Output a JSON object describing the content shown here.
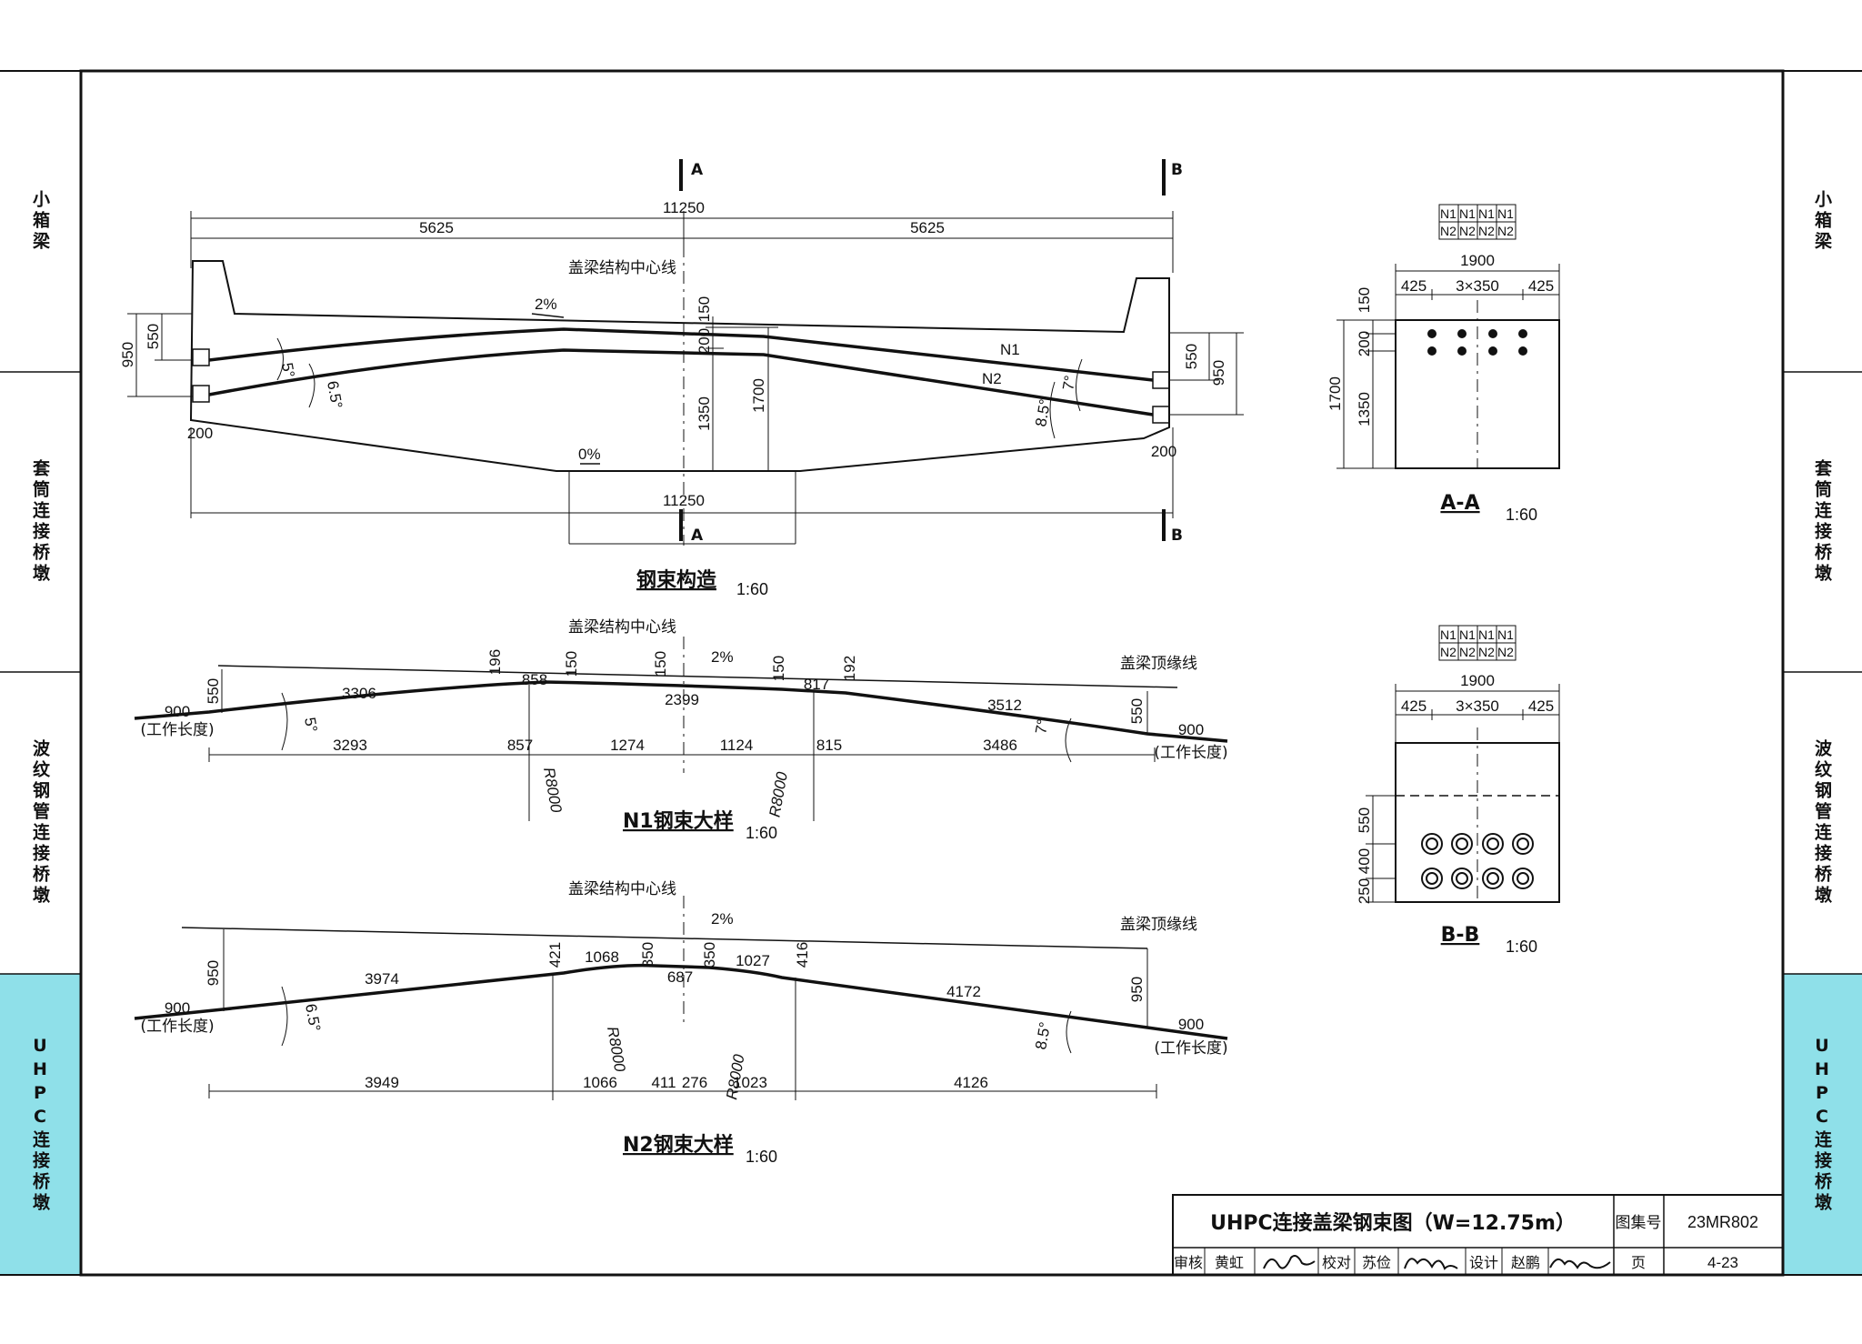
{
  "side_tabs": [
    {
      "label": "小箱梁",
      "active": false
    },
    {
      "label": "套筒连接桥墩",
      "active": false
    },
    {
      "label": "波纹钢管连接桥墩",
      "active": false
    },
    {
      "label": "UHPC连接桥墩",
      "active": true
    }
  ],
  "colors": {
    "line": "#111111",
    "highlight_tab": "#8fe0e9"
  },
  "section_marks": {
    "a": "A",
    "b": "B"
  },
  "main_view": {
    "title": "钢束构造",
    "scale": "1:60",
    "centerline": "盖梁结构中心线",
    "overall": "11250",
    "half_left": "5625",
    "half_right": "5625",
    "slope_top": "2%",
    "slope_bottom": "0%",
    "bottom_overall": "11250",
    "d_950_left": "950",
    "d_550_left": "550",
    "d_200_left": "200",
    "d_550_right": "550",
    "d_950_right": "950",
    "d_200_right": "200",
    "angle_5": "5°",
    "angle_65": "6.5°",
    "angle_7": "7°",
    "angle_85": "8.5°",
    "d_150": "150",
    "d_200c": "200",
    "d_1350": "1350",
    "d_1700": "1700",
    "n1": "N1",
    "n2": "N2"
  },
  "section_aa": {
    "title": "A-A",
    "scale": "1:60",
    "tendon_rows": [
      [
        "N1",
        "N1",
        "N1",
        "N1"
      ],
      [
        "N2",
        "N2",
        "N2",
        "N2"
      ]
    ],
    "width": "1900",
    "w_425a": "425",
    "w_mid": "3×350",
    "w_425b": "425",
    "h_150": "150",
    "h_200": "200",
    "h_1350": "1350",
    "h_1700": "1700"
  },
  "section_bb": {
    "title": "B-B",
    "scale": "1:60",
    "tendon_rows": [
      [
        "N1",
        "N1",
        "N1",
        "N1"
      ],
      [
        "N2",
        "N2",
        "N2",
        "N2"
      ]
    ],
    "width": "1900",
    "w_425a": "425",
    "w_mid": "3×350",
    "w_425b": "425",
    "h_550": "550",
    "h_400": "400",
    "h_250": "250"
  },
  "n1_detail": {
    "title": "N1钢束大样",
    "scale": "1:60",
    "centerline": "盖梁结构中心线",
    "topline": "盖梁顶缘线",
    "slope": "2%",
    "work_len_left": "900",
    "work_label_left": "(工作长度)",
    "work_len_right": "900",
    "work_label_right": "(工作长度)",
    "v_550_left": "550",
    "v_550_right": "550",
    "seg_3306": "3306",
    "v_196": "196",
    "seg_858": "858",
    "v_150a": "150",
    "v_150b": "150",
    "seg_2399": "2399",
    "v_150c": "150",
    "seg_817": "817",
    "v_192": "192",
    "seg_3512": "3512",
    "angle_left": "5°",
    "angle_right": "7°",
    "b_3293": "3293",
    "b_857": "857",
    "b_1274": "1274",
    "b_1124": "1124",
    "b_815": "815",
    "b_3486": "3486",
    "r_left": "R8000",
    "r_right": "R8000"
  },
  "n2_detail": {
    "title": "N2钢束大样",
    "scale": "1:60",
    "centerline": "盖梁结构中心线",
    "topline": "盖梁顶缘线",
    "slope": "2%",
    "work_len_left": "900",
    "work_label_left": "(工作长度)",
    "work_len_right": "900",
    "work_label_right": "(工作长度)",
    "v_950_left": "950",
    "v_950_right": "950",
    "seg_3974": "3974",
    "v_421": "421",
    "seg_1068": "1068",
    "v_350a": "350",
    "seg_687": "687",
    "v_350b": "350",
    "seg_1027": "1027",
    "v_416": "416",
    "seg_4172": "4172",
    "angle_left": "6.5°",
    "angle_right": "8.5°",
    "b_3949": "3949",
    "b_1066": "1066",
    "b_411": "411",
    "b_276": "276",
    "b_1023": "1023",
    "b_4126": "4126",
    "r_left": "R8000",
    "r_right": "R8000"
  },
  "title_block": {
    "title": "UHPC连接盖梁钢束图（W=12.75m）",
    "atlas_label": "图集号",
    "atlas_no": "23MR802",
    "review_label": "审核",
    "reviewer": "黄虹",
    "check_label": "校对",
    "checker": "苏俭",
    "design_label": "设计",
    "designer": "赵鹏",
    "page_label": "页",
    "page_no": "4-23"
  }
}
